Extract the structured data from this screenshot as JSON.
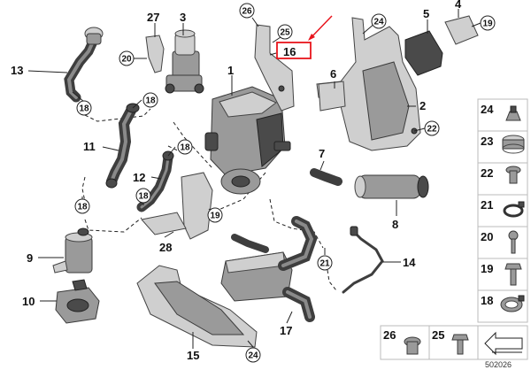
{
  "callouts": {
    "c1": "1",
    "c2": "2",
    "c3": "3",
    "c4": "4",
    "c5": "5",
    "c6": "6",
    "c7": "7",
    "c8": "8",
    "c9": "9",
    "c10": "10",
    "c11": "11",
    "c12": "12",
    "c13": "13",
    "c14": "14",
    "c15": "15",
    "c16": "16",
    "c17": "17",
    "c27": "27",
    "c28": "28"
  },
  "circled": {
    "a18": "18",
    "b18": "18",
    "c18": "18",
    "d18": "18",
    "e18": "18",
    "a19": "19",
    "b19": "19",
    "a20": "20",
    "a21": "21",
    "a22": "22",
    "a24": "24",
    "b24": "24",
    "a25": "25",
    "a26": "26"
  },
  "sidebar": {
    "items": [
      "24",
      "23",
      "22",
      "21",
      "20",
      "19",
      "18"
    ],
    "bottom": [
      "26",
      "25"
    ]
  },
  "reference_number": "502026",
  "highlight_color": "#e8141c"
}
